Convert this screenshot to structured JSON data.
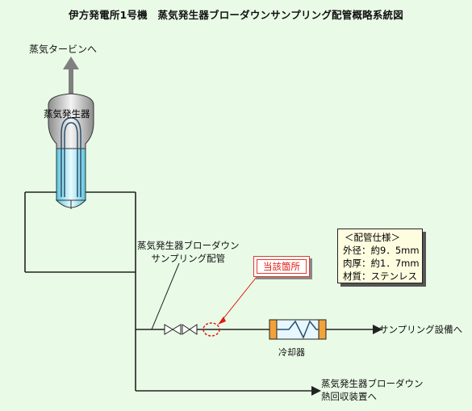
{
  "title": "伊方発電所1号機　蒸気発生器ブローダウンサンプリング配管概略系統図",
  "labels": {
    "to_turbine": "蒸気タービンへ",
    "steam_generator": "蒸気発生器",
    "piping_line1": "蒸気発生器ブローダウン",
    "piping_line2": "サンプリング配管",
    "callout": "当該箇所",
    "cooler": "冷却器",
    "to_sampling_equipment": "サンプリング設備へ",
    "to_recovery_line1": "蒸気発生器ブローダウン",
    "to_recovery_line2": "熱回収装置へ"
  },
  "spec": {
    "title": "＜配管仕様＞",
    "outer_diameter": "外径：約9．5mm",
    "thickness": "肉厚：約1．7mm",
    "material": "材質：ステンレス"
  },
  "colors": {
    "background": "#e9fbe7",
    "pipe": "#222222",
    "arrow_turbine": "#808080",
    "vessel_fill": "#bfe9f5",
    "callout_red": "#e01a10",
    "cooler_end": "#f2a23a",
    "cooler_body": "#e6f7ff",
    "spec_box_fill": "#fffde0"
  }
}
